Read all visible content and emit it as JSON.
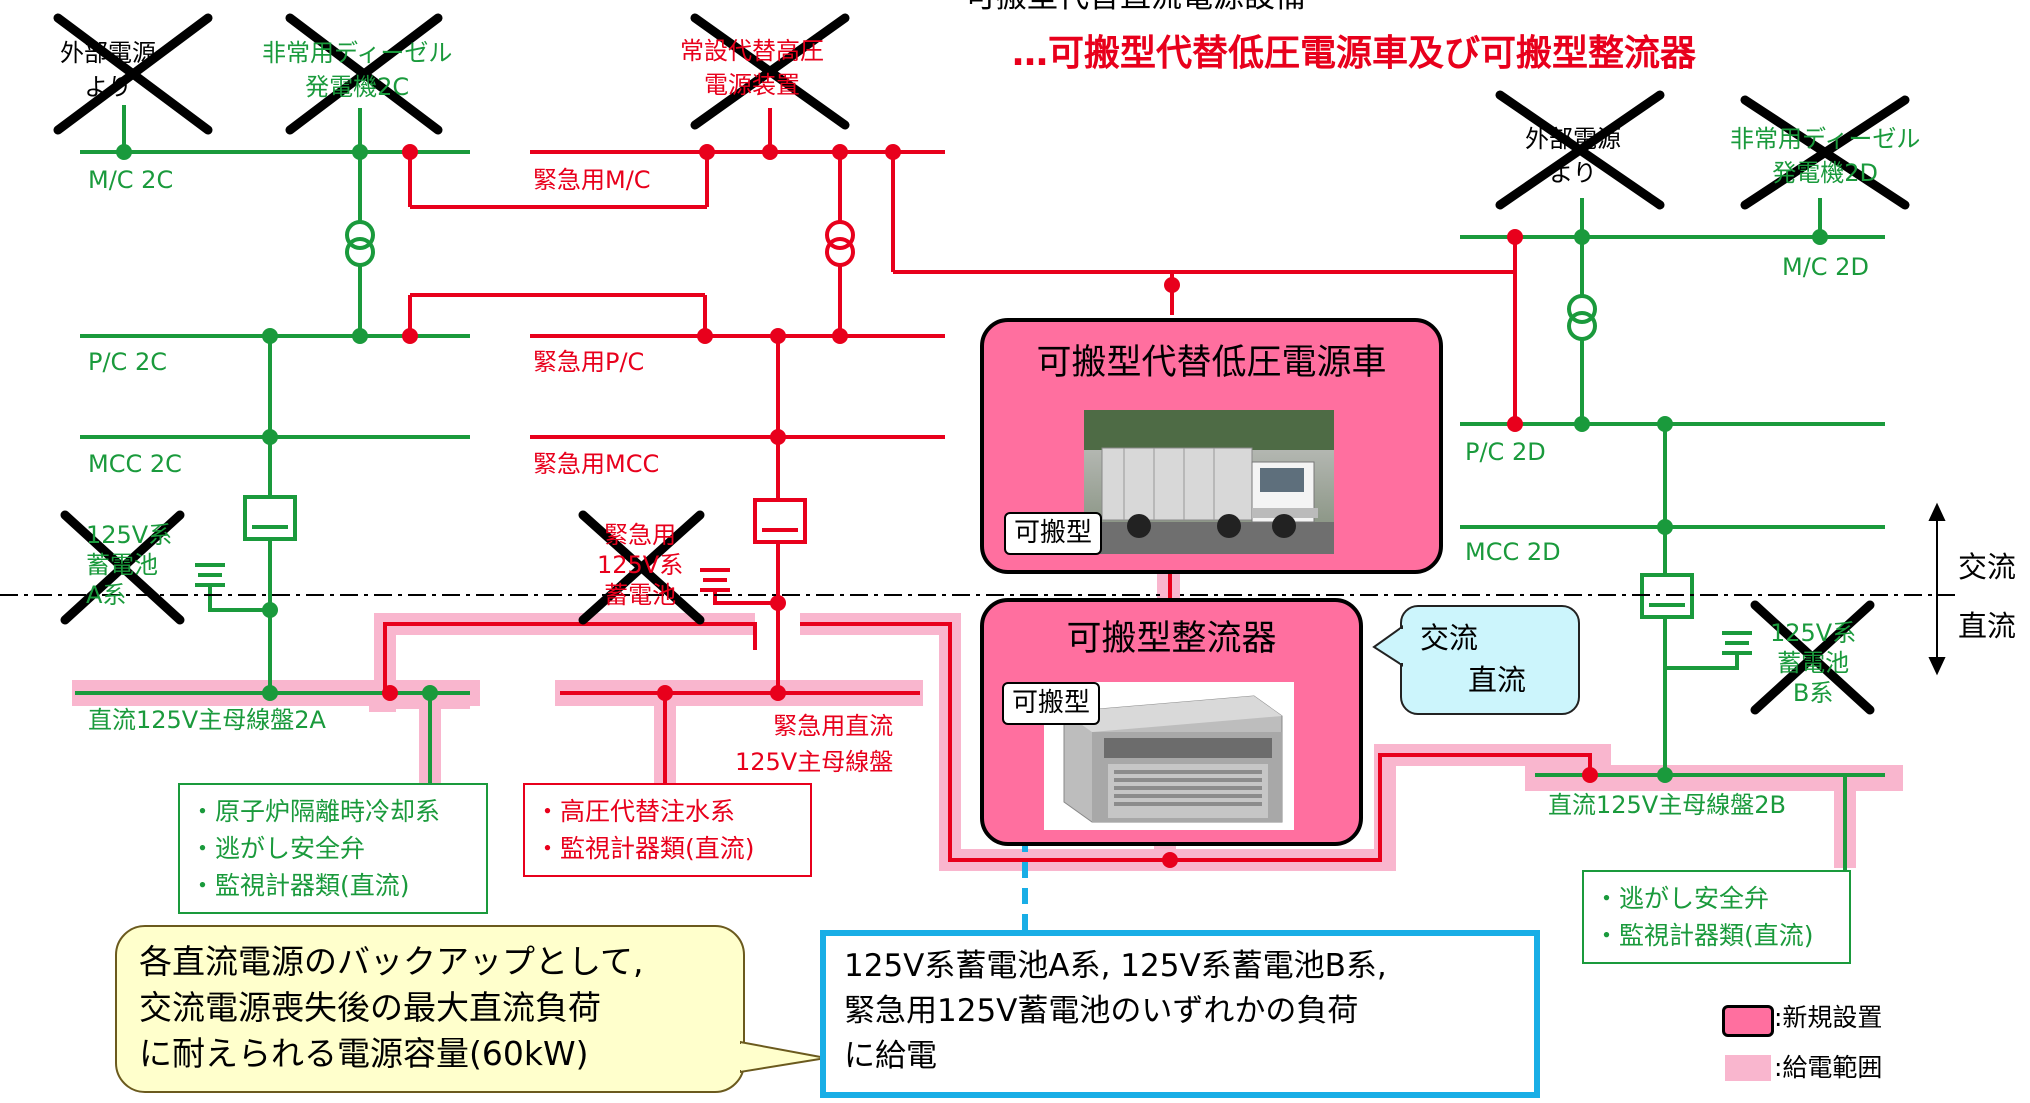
{
  "header": {
    "top_fragment": "可搬型代替直流電源設備",
    "subtitle": "…可搬型代替低圧電源車及び可搬型整流器"
  },
  "sources": {
    "ext_power_c": "外部電源\nより",
    "diesel_2c": "非常用ディーゼル\n発電機2C",
    "perm_hv": "常設代替高圧\n電源装置",
    "ext_power_d": "外部電源\nより",
    "diesel_2d": "非常用ディーゼル\n発電機2D"
  },
  "buses": {
    "mc_2c": "M/C 2C",
    "pc_2c": "P/C 2C",
    "mcc_2c": "MCC 2C",
    "em_mc": "緊急用M/C",
    "em_pc": "緊急用P/C",
    "em_mcc": "緊急用MCC",
    "mc_2d": "M/C 2D",
    "pc_2d": "P/C 2D",
    "mcc_2d": "MCC 2D",
    "dc_2a": "直流125V主母線盤2A",
    "dc_em": "緊急用直流\n125V主母線盤",
    "dc_2b": "直流125V主母線盤2B"
  },
  "batteries": {
    "bat_a": "125V系\n蓄電池\nA系",
    "bat_em": "緊急用\n125V系\n蓄電池",
    "bat_b": "125V系\n蓄電池\nB系"
  },
  "equipment": {
    "truck_title": "可搬型代替低圧電源車",
    "rectifier_title": "可搬型整流器",
    "portable_tag": "可搬型"
  },
  "ac_dc": {
    "ac": "交流",
    "dc": "直流",
    "bubble_ac": "交流",
    "bubble_dc": "直流"
  },
  "loads": {
    "load_2a": [
      "・原子炉隔離時冷却系",
      "・逃がし安全弁",
      "・監視計器類(直流)"
    ],
    "load_em": [
      "・高圧代替注水系",
      "・監視計器類(直流)"
    ],
    "load_2b": [
      "・逃がし安全弁",
      "・監視計器類(直流)"
    ]
  },
  "notes": {
    "callout": "各直流電源のバックアップとして,\n交流電源喪失後の最大直流負荷\nに耐えられる電源容量(60kW)",
    "infobox": "125V系蓄電池A系, 125V系蓄電池B系,\n緊急用125V蓄電池のいずれかの負荷\nに給電"
  },
  "legend": {
    "new_install": ":新規設置",
    "supply_range": ":給電範囲"
  },
  "colors": {
    "green": "#1a9a3c",
    "red": "#e8001c",
    "pink_fill": "#ff6f9f",
    "pink_range": "#f9b6ce",
    "callout_yellow": "#ffffcc",
    "info_blue": "#19aee6",
    "bubble_cyan": "#ccf5fc"
  }
}
